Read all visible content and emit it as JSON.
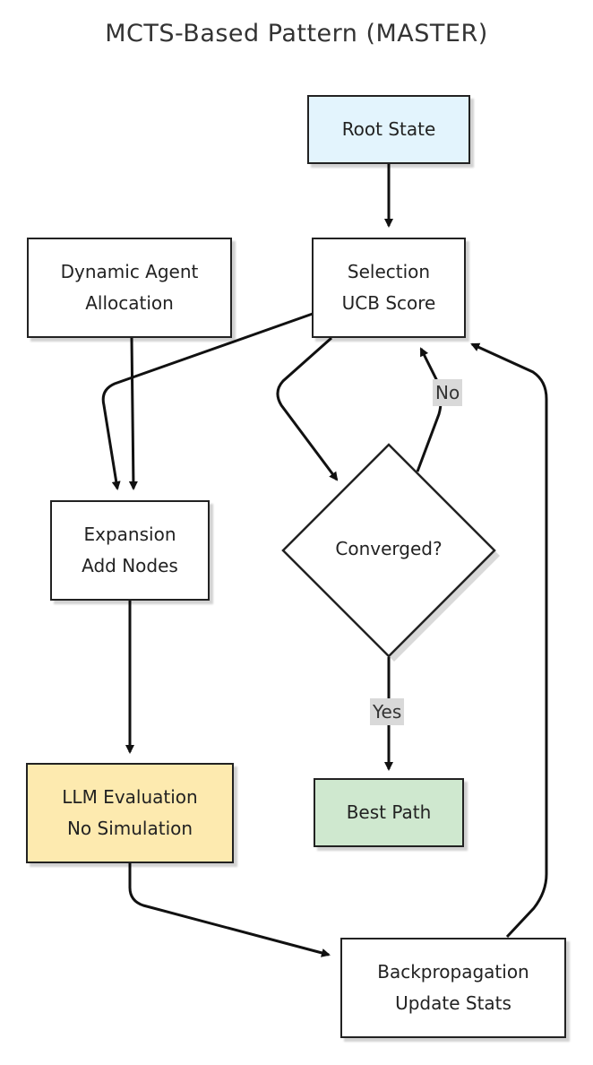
{
  "title": "MCTS-Based Pattern (MASTER)",
  "nodes": {
    "root_state": {
      "label": "Root State",
      "fill": "#e3f4fd"
    },
    "selection": {
      "line1": "Selection",
      "line2": "UCB Score",
      "fill": "#ffffff"
    },
    "dynamic_agent": {
      "line1": "Dynamic Agent",
      "line2": "Allocation",
      "fill": "#ffffff"
    },
    "expansion": {
      "line1": "Expansion",
      "line2": "Add Nodes",
      "fill": "#ffffff"
    },
    "converged": {
      "label": "Converged?",
      "fill": "#ffffff"
    },
    "llm_eval": {
      "line1": "LLM Evaluation",
      "line2": "No Simulation",
      "fill": "#fdeaaf"
    },
    "best_path": {
      "label": "Best Path",
      "fill": "#cfe8cf"
    },
    "backprop": {
      "line1": "Backpropagation",
      "line2": "Update Stats",
      "fill": "#ffffff"
    }
  },
  "edge_labels": {
    "no": "No",
    "yes": "Yes"
  }
}
